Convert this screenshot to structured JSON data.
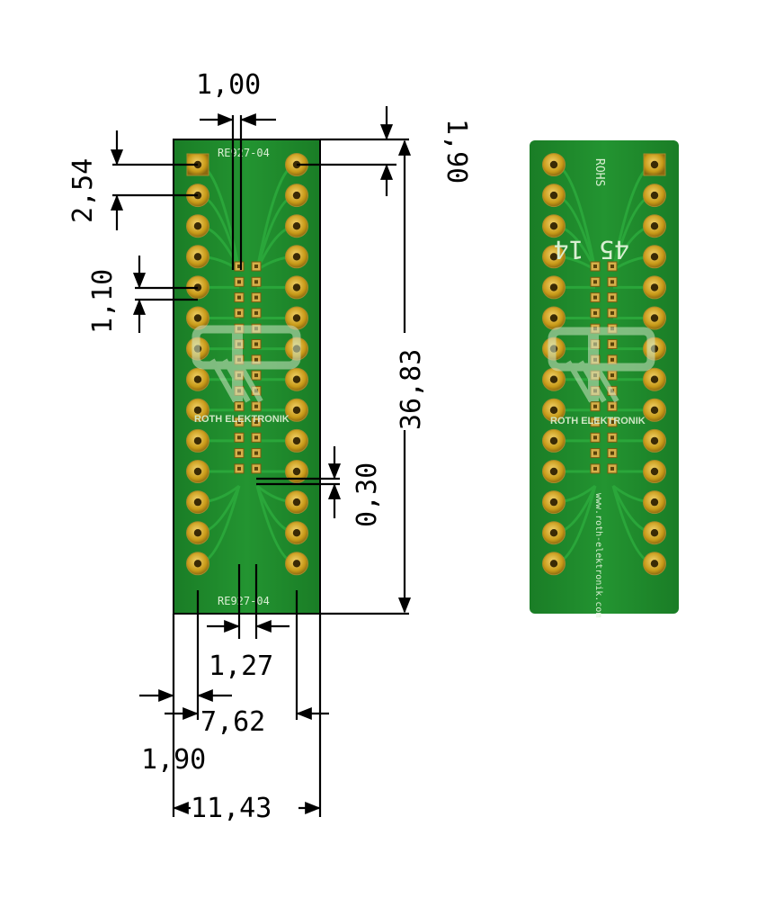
{
  "dimensions": {
    "pin_width": "1,00",
    "row_to_edge_top": "1,90",
    "pitch": "2,54",
    "pad_height": "1,10",
    "board_length": "36,83",
    "pad_gap": "0,30",
    "smd_pitch": "1,27",
    "row_spacing": "7,62",
    "edge_to_row": "1,90",
    "board_width": "11,43"
  },
  "board_left": {
    "part_number_top": "RE927-04",
    "part_number_bottom": "RE927-04",
    "logo_text": "ROTH ELEKTRONIK"
  },
  "board_right": {
    "rohs": "ROHS",
    "date_code": "45 14",
    "logo_text": "ROTH ELEKTRONIK",
    "website": "www.roth-elektronik.com"
  },
  "colors": {
    "pcb_green": "#1e8a2c",
    "pad_gold": "#c8a020",
    "dimension_line": "#000000"
  }
}
